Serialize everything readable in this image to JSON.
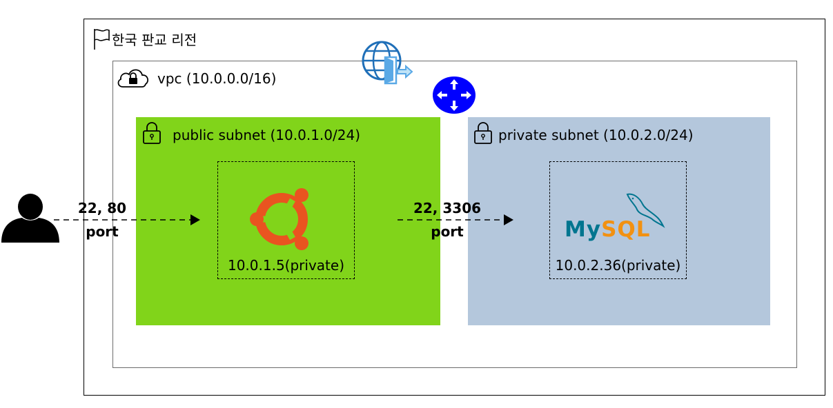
{
  "region": {
    "label": "한국 판교 리전"
  },
  "vpc": {
    "label": "vpc (10.0.0.0/16)"
  },
  "public_subnet": {
    "label": "public subnet (10.0.1.0/24)",
    "instance": {
      "ip": "10.0.1.5(private)",
      "icon": "ubuntu-logo-icon"
    }
  },
  "private_subnet": {
    "label": "private subnet (10.0.2.0/24)",
    "instance": {
      "ip": "10.0.2.36(private)",
      "icon": "mysql-logo-icon"
    }
  },
  "connections": [
    {
      "ports": "22, 80",
      "unit": "port"
    },
    {
      "ports": "22, 3306",
      "unit": "port"
    }
  ],
  "mysql_wordmark": "MySQL",
  "colors": {
    "public_subnet": "#81d41a",
    "private_subnet": "#b4c7dc",
    "ubuntu": "#e95420",
    "router": "#0000ff",
    "internet_gateway": "#1f6fb8",
    "mysql_blue": "#00758f",
    "mysql_orange": "#f29111"
  }
}
